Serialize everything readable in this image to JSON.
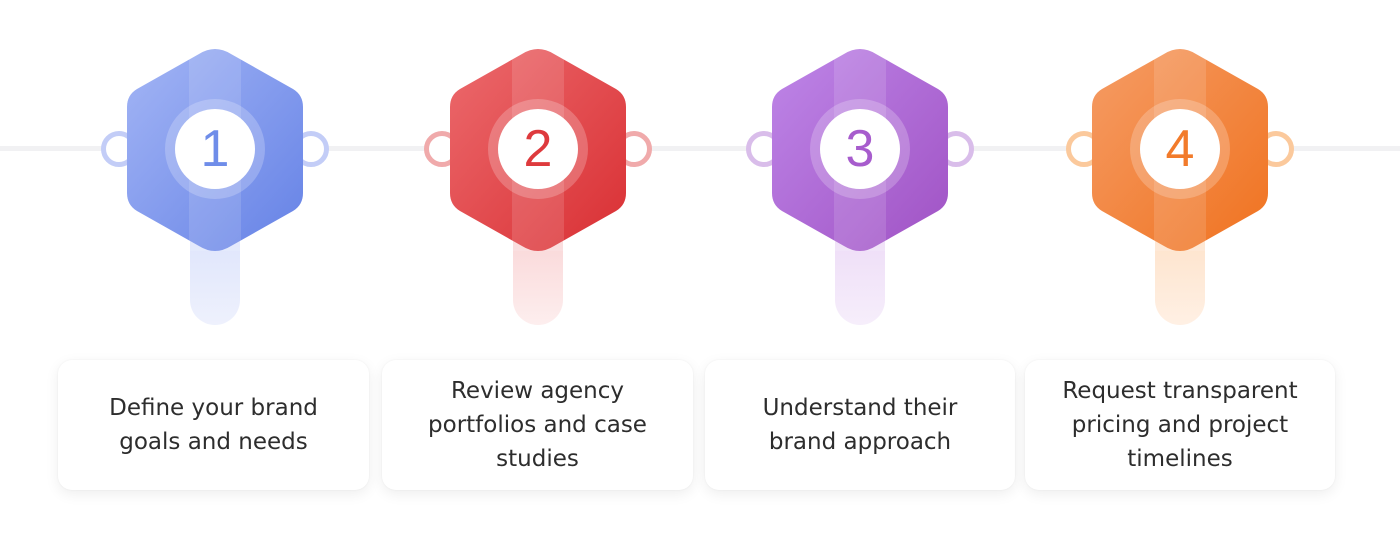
{
  "steps": [
    {
      "number": "1",
      "label": "Define your brand goals and needs",
      "color": "#6f8de9",
      "light": "#a9baf5",
      "stem": "#e4e9fc",
      "ring": "#c3cdf7"
    },
    {
      "number": "2",
      "label": "Review agency portfolios and case studies",
      "color": "#de3a3d",
      "light": "#ef8a8c",
      "stem": "#fbe0e0",
      "ring": "#f0aaab"
    },
    {
      "number": "3",
      "label": "Understand their brand approach",
      "color": "#a75ccd",
      "light": "#caa0e3",
      "stem": "#f1e4f8",
      "ring": "#d9bdea"
    },
    {
      "number": "4",
      "label": "Request transparent pricing and project timelines",
      "color": "#f27b2b",
      "light": "#f7b38a",
      "stem": "#fee9d7",
      "ring": "#fbc99c"
    }
  ]
}
